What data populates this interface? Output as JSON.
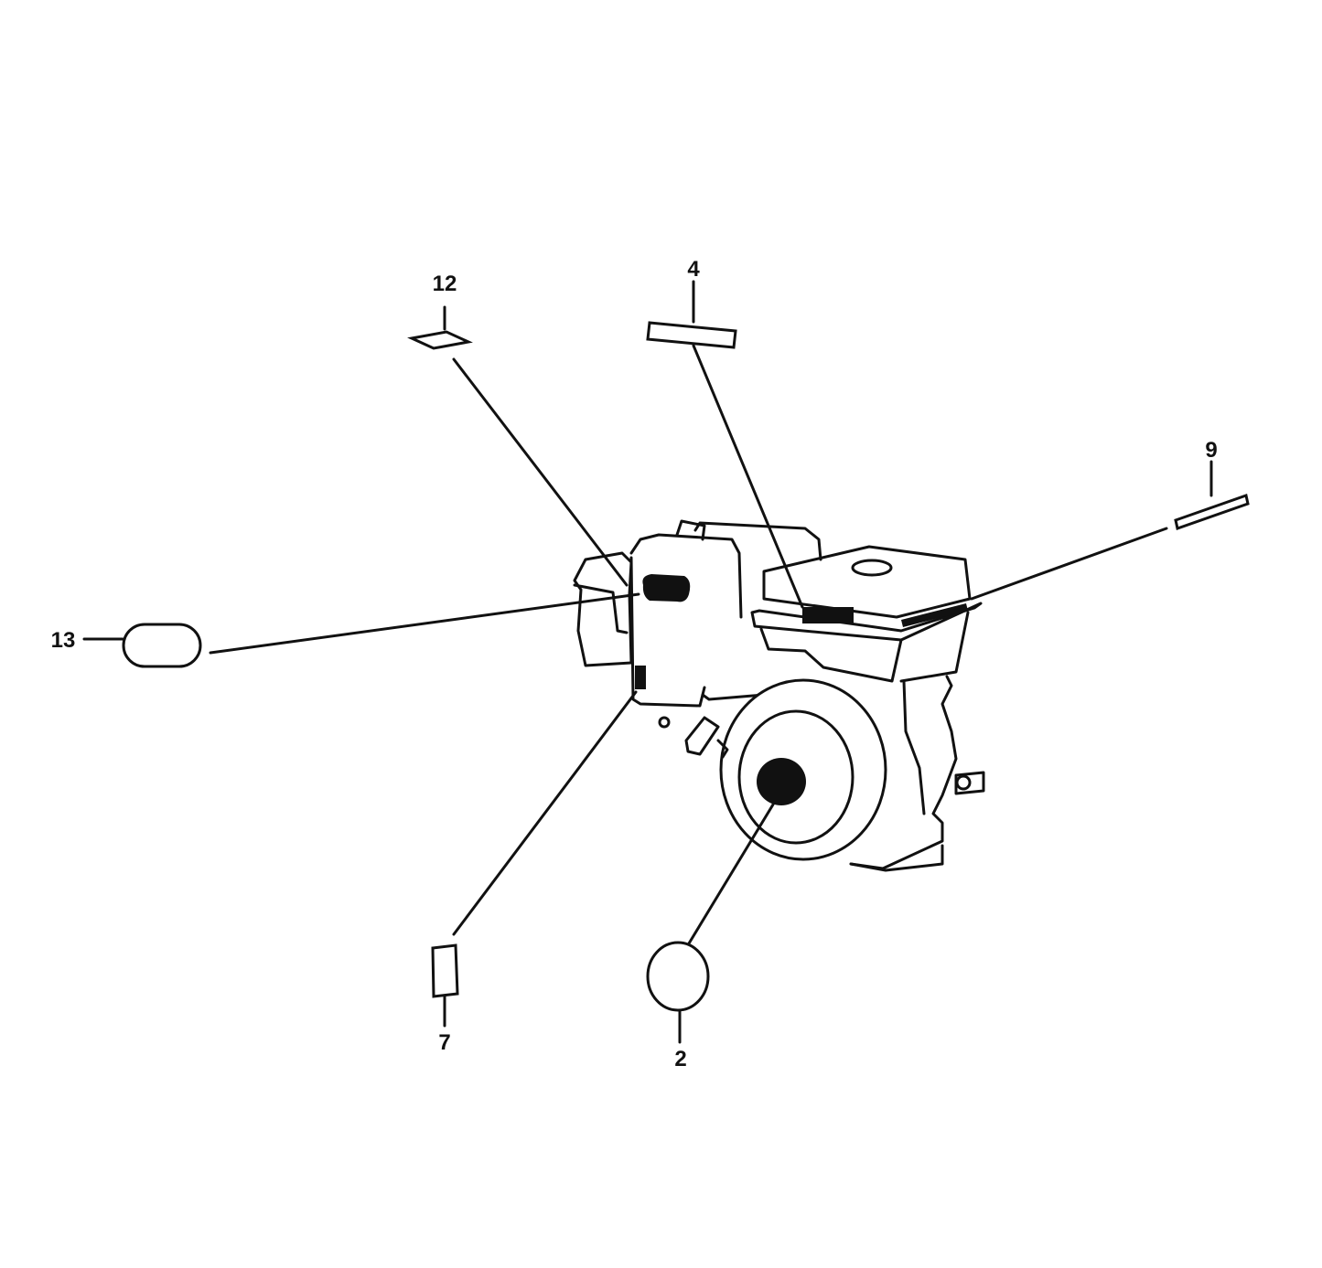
{
  "diagram": {
    "callouts": [
      {
        "number": "12",
        "part": "diamond-decal"
      },
      {
        "number": "4",
        "part": "rectangular-decal"
      },
      {
        "number": "9",
        "part": "strip-decal"
      },
      {
        "number": "13",
        "part": "oval-decal"
      },
      {
        "number": "7",
        "part": "small-rectangular-decal"
      },
      {
        "number": "2",
        "part": "round-decal"
      }
    ],
    "line_color": "#111111",
    "background": "#ffffff"
  }
}
